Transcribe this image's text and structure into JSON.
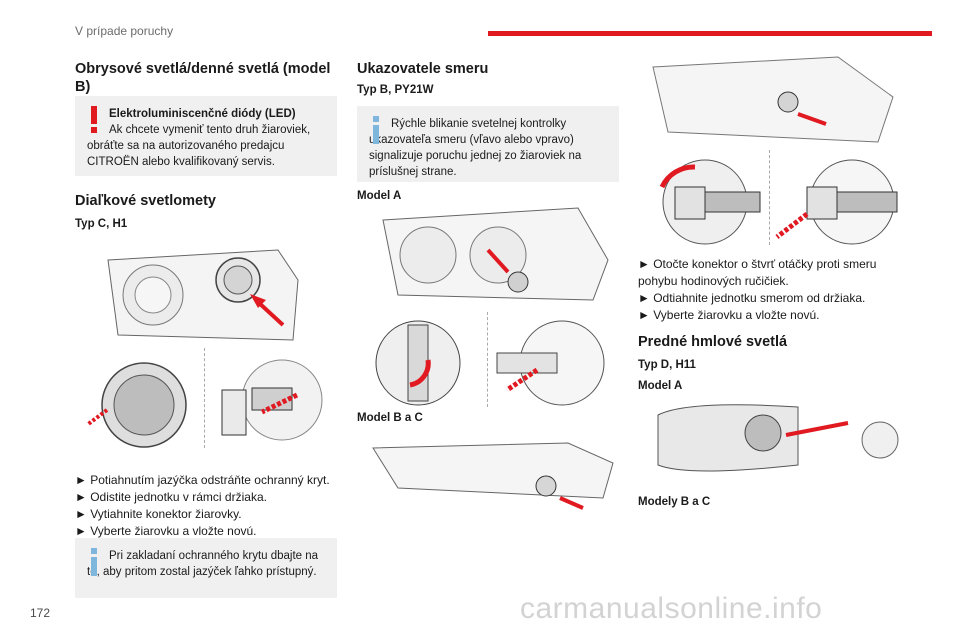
{
  "header": {
    "section_title": "V prípade poruchy",
    "accent_color": "#e11a22"
  },
  "page_number": "172",
  "watermark": "carmanualsonline.info",
  "col1": {
    "heading1": "Obrysové svetlá/denné svetlá (model B)",
    "warning": {
      "title": "Elektroluminiscenčné diódy (LED)",
      "text": "Ak chcete vymeniť tento druh žiaroviek, obráťte sa na autorizovaného predajcu CITROËN alebo kvalifikovaný servis."
    },
    "heading2": "Diaľkové svetlomety",
    "type_label": "Typ C, H1",
    "steps": [
      "► Potiahnutím jazýčka odstráňte ochranný kryt.",
      "► Odistite jednotku v rámci držiaka.",
      "► Vytiahnite konektor žiarovky.",
      "► Vyberte žiarovku a vložte novú."
    ],
    "info": "Pri zakladaní ochranného krytu dbajte na to, aby pritom zostal jazýček ľahko prístupný."
  },
  "col2": {
    "heading": "Ukazovatele smeru",
    "type_label": "Typ B, PY21W",
    "info": "Rýchle blikanie svetelnej kontrolky ukazovateľa smeru (vľavo alebo vpravo) signalizuje poruchu jednej zo žiaroviek na príslušnej strane.",
    "model_a": "Model A",
    "model_bc": "Model B a C"
  },
  "col3": {
    "steps": [
      "► Otočte konektor o štvrť otáčky proti smeru pohybu hodinových ručičiek.",
      "► Odtiahnite jednotku smerom od držiaka.",
      "► Vyberte žiarovku a vložte novú."
    ],
    "heading": "Predné hmlové svetlá",
    "type_label": "Typ D, H11",
    "model_a": "Model A",
    "models_bc": "Modely B a C"
  }
}
